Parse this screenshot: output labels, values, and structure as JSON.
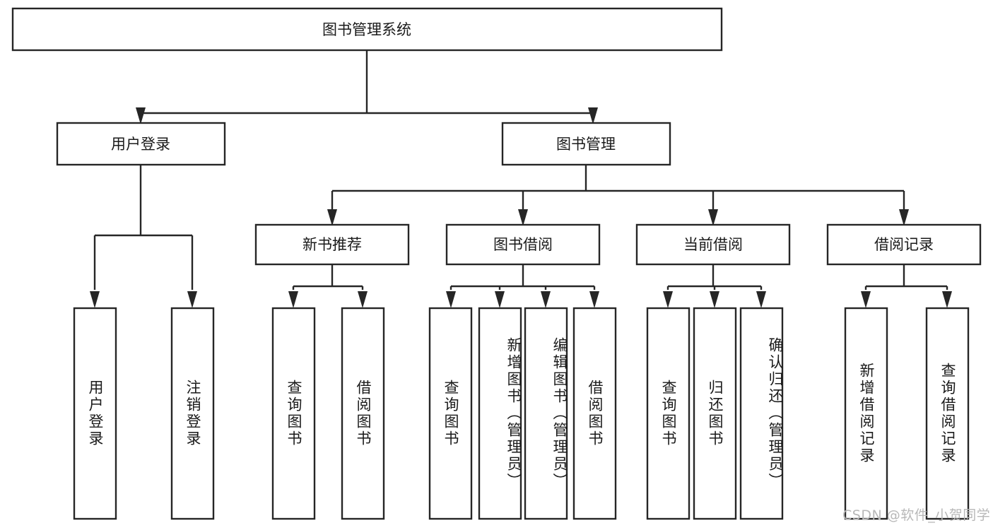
{
  "diagram": {
    "title": "图书管理系统",
    "type": "tree",
    "root": {
      "label": "图书管理系统",
      "level": 0
    },
    "level1": [
      {
        "label": "用户登录"
      },
      {
        "label": "图书管理"
      }
    ],
    "level2": [
      {
        "label": "新书推荐",
        "parent": "图书管理"
      },
      {
        "label": "图书借阅",
        "parent": "图书管理"
      },
      {
        "label": "当前借阅",
        "parent": "图书管理"
      },
      {
        "label": "借阅记录",
        "parent": "图书管理"
      }
    ],
    "leaves": {
      "user_login": [
        {
          "label": "用户登录"
        },
        {
          "label": "注销登录"
        }
      ],
      "new_book_recommend": [
        {
          "label": "查询图书"
        },
        {
          "label": "借阅图书"
        }
      ],
      "book_borrow": [
        {
          "label": "查询图书"
        },
        {
          "label": "新增图书（管理员）"
        },
        {
          "label": "编辑图书（管理员）"
        },
        {
          "label": "借阅图书"
        }
      ],
      "current_borrow": [
        {
          "label": "查询图书"
        },
        {
          "label": "归还图书"
        },
        {
          "label": "确认归还（管理员）"
        }
      ],
      "borrow_record": [
        {
          "label": "新增借阅记录"
        },
        {
          "label": "查询借阅记录"
        }
      ]
    }
  },
  "watermark": {
    "text": "CSDN @软件_小贺同学"
  },
  "colors": {
    "stroke": "#262626",
    "fill": "#ffffff",
    "text": "#1a1a1a",
    "watermark": "#b8b8b8",
    "background": "#ffffff"
  }
}
